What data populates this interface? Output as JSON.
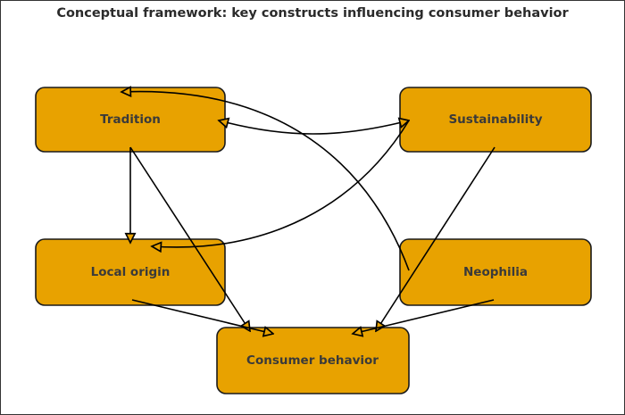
{
  "title": "Conceptual framework: key constructs influencing consumer behavior",
  "colors": {
    "node_fill": "#E8A200",
    "node_stroke": "#1a1a1a",
    "edge": "#000000",
    "label": "#3a3a3a"
  },
  "nodes": [
    {
      "id": "tradition",
      "label": "Tradition"
    },
    {
      "id": "sustainability",
      "label": "Sustainability"
    },
    {
      "id": "local_origin",
      "label": "Local origin"
    },
    {
      "id": "neophilia",
      "label": "Neophilia"
    },
    {
      "id": "consumer_behavior",
      "label": "Consumer behavior"
    }
  ],
  "edges": [
    {
      "from": "neophilia",
      "to": "tradition",
      "style": "curved",
      "bidirectional": false
    },
    {
      "from": "sustainability",
      "to": "tradition",
      "style": "curved",
      "bidirectional": true
    },
    {
      "from": "sustainability",
      "to": "local_origin",
      "style": "curved",
      "bidirectional": false
    },
    {
      "from": "tradition",
      "to": "local_origin",
      "style": "straight",
      "bidirectional": false
    },
    {
      "from": "tradition",
      "to": "consumer_behavior",
      "style": "straight",
      "bidirectional": false
    },
    {
      "from": "local_origin",
      "to": "consumer_behavior",
      "style": "straight",
      "bidirectional": false
    },
    {
      "from": "sustainability",
      "to": "consumer_behavior",
      "style": "straight",
      "bidirectional": false
    },
    {
      "from": "neophilia",
      "to": "consumer_behavior",
      "style": "straight",
      "bidirectional": false
    }
  ]
}
